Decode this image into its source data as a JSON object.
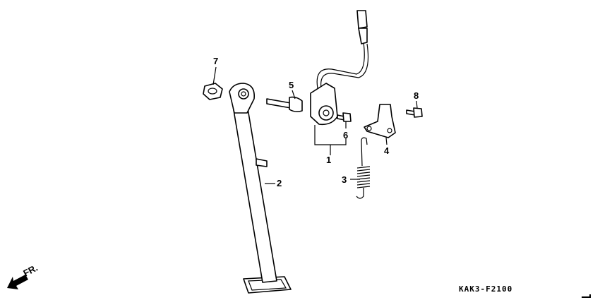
{
  "callouts": {
    "c1": "1",
    "c2": "2",
    "c3": "3",
    "c4": "4",
    "c5": "5",
    "c6": "6",
    "c7": "7",
    "c8": "8"
  },
  "direction_label": "FR.",
  "diagram_code": "KAK3-F2100"
}
